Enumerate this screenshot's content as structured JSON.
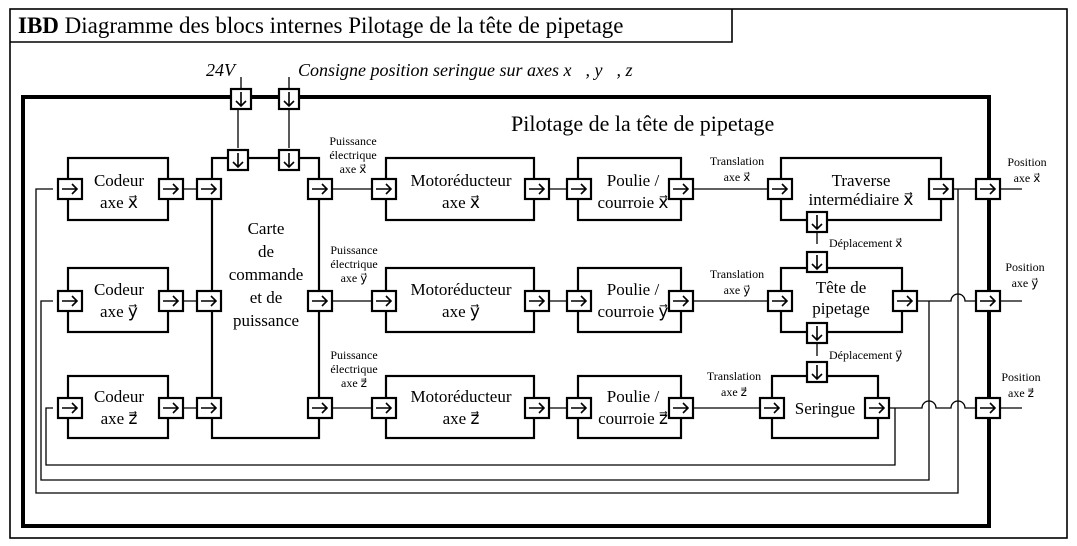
{
  "frame": {
    "title_bold": "IBD",
    "title_rest": " Diagramme des blocs internes Pilotage de la tête de pipetage"
  },
  "system": {
    "name": "Pilotage de la tête de pipetage"
  },
  "inputs": {
    "power": "24V",
    "setpoint": "Consigne position seringue sur axes x⃗, y⃗, z⃗"
  },
  "blocks": {
    "coder_x": [
      "Codeur",
      "axe x⃗"
    ],
    "coder_y": [
      "Codeur",
      "axe y⃗"
    ],
    "coder_z": [
      "Codeur",
      "axe z⃗"
    ],
    "controller": [
      "Carte",
      "de",
      "commande",
      "et de",
      "puissance"
    ],
    "motor_x": [
      "Motoréducteur",
      "axe x⃗"
    ],
    "motor_y": [
      "Motoréducteur",
      "axe y⃗"
    ],
    "motor_z": [
      "Motoréducteur",
      "axe z⃗"
    ],
    "pulley_x": [
      "Poulie /",
      "courroie x⃗"
    ],
    "pulley_y": [
      "Poulie /",
      "courroie y⃗"
    ],
    "pulley_z": [
      "Poulie /",
      "courroie z⃗"
    ],
    "traverse": [
      "Traverse",
      "intermédiaire x⃗"
    ],
    "head": [
      "Tête de",
      "pipetage"
    ],
    "syringe": [
      "Seringue"
    ]
  },
  "flows": {
    "power_x": [
      "Puissance",
      "électrique",
      "axe x⃗"
    ],
    "power_y": [
      "Puissance",
      "électrique",
      "axe y⃗"
    ],
    "power_z": [
      "Puissance",
      "électrique",
      "axe z⃗"
    ],
    "translation_x": [
      "Translation",
      "axe x⃗"
    ],
    "translation_y": [
      "Translation",
      "axe y⃗"
    ],
    "translation_z": [
      "Translation",
      "axe z⃗"
    ],
    "displacement_x": "Déplacement x⃗",
    "displacement_y": "Déplacement y⃗",
    "position_x": [
      "Position",
      "axe x⃗"
    ],
    "position_y": [
      "Position",
      "axe y⃗"
    ],
    "position_z": [
      "Position",
      "axe z⃗"
    ]
  }
}
